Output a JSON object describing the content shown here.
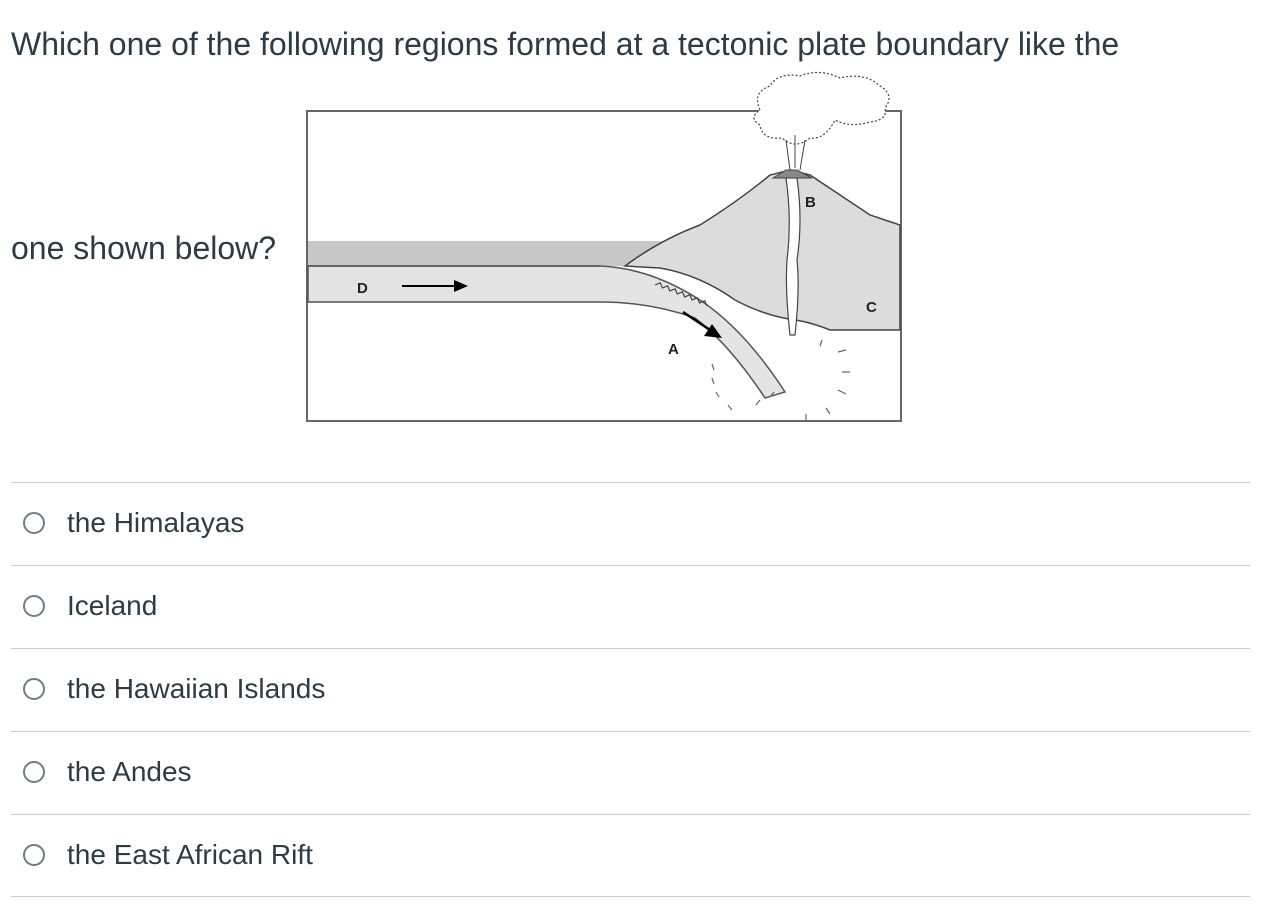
{
  "question": {
    "line1": "Which one of the following regions formed at a tectonic plate boundary like the",
    "line2": "one shown below?"
  },
  "diagram": {
    "labels": {
      "a": "A",
      "b": "B",
      "c": "C",
      "d": "D"
    }
  },
  "answers": [
    {
      "label": "the Himalayas"
    },
    {
      "label": "Iceland"
    },
    {
      "label": "the Hawaiian Islands"
    },
    {
      "label": "the Andes"
    },
    {
      "label": "the East African Rift"
    }
  ],
  "colors": {
    "text": "#2d3b45",
    "divider": "#c7cdd1",
    "radio_border": "#6d7d88",
    "diagram_fill": "#dcdcdc",
    "diagram_line": "#555555"
  }
}
